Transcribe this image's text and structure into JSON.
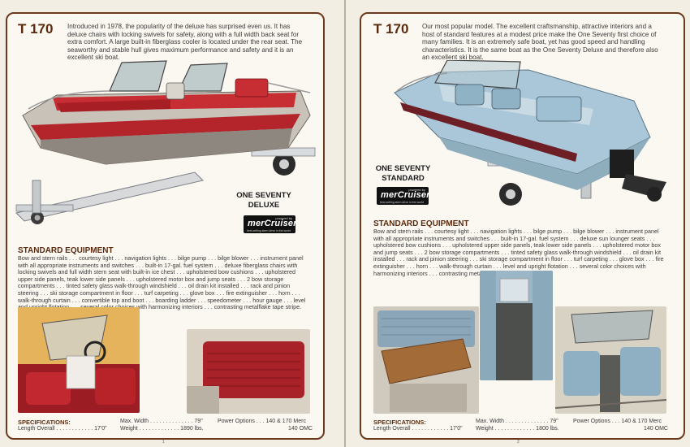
{
  "left": {
    "model": "T 170",
    "intro": "Introduced in 1978, the popularity of the deluxe has surprised even us. It has deluxe chairs with locking swivels for safety, along with a full width back seat for extra comfort. A large built-in fiberglass cooler is located under the rear seat. The seaworthy and stable hull gives maximum performance and safety and it is an excellent ski boat.",
    "boat_name_line1": "ONE SEVENTY",
    "boat_name_line2": "DELUXE",
    "logo_powered": "powered by",
    "logo_mark": "merCruiser",
    "logo_tagline": "best-selling stern drive in the world",
    "equipment_title": "STANDARD EQUIPMENT",
    "equipment_text": "Bow and stern rails . . . courtesy light . . . navigation lights . . . bilge pump . . . bilge blower . . . instrument panel with all appropriate instruments and switches . . . built-in 17-gal. fuel system . . . deluxe fiberglass chairs with locking swivels and full width stern seat with built-in ice chest . . . upholstered bow cushions . . . upholstered upper side panels, teak lower side panels . . . upholstered motor box and jump seats . . . 2 bow storage compartments . . . tinted safety glass walk-through windshield . . . oil drain kit installed . . . rack and pinion steering . . . ski storage compartment in floor . . . turf carpeting . . . glove box . . . fire extinguisher . . . horn . . . walk-through curtain . . . convertible top and boot . . . boarding ladder . . . speedometer . . . hour gauge . . . level and upright flotation . . . several color choices with harmonizing interiors . . . contrasting metalflake tape stripe.",
    "specs_title": "SPECIFICATIONS:",
    "spec_length": "Length Overall . . . . . . . . . . . . 17'0\"",
    "spec_width": "Max. Width . . . . . . . . . . . . . . 79\"",
    "spec_weight": "Weight . . . . . . . . . . . . . 1890 lbs.",
    "spec_power_1": "Power Options . . . 140 & 170 Merc",
    "spec_power_2": "140 OMC",
    "page_number": "1"
  },
  "right": {
    "model": "T 170",
    "intro": "Our most popular model. The excellent craftsmanship, attractive interiors and a host of standard features at a modest price make the One Seventy first choice of many families. It is an extremely safe boat, yet has good speed and handling characteristics. It is the same boat as the One Seventy Deluxe and therefore also an excellent ski boat.",
    "boat_name_line1": "ONE SEVENTY",
    "boat_name_line2": "STANDARD",
    "logo_powered": "powered by",
    "logo_mark": "merCruiser",
    "logo_tagline": "best-selling stern drive in the world",
    "equipment_title": "STANDARD EQUIPMENT",
    "equipment_text": "Bow and stern rails . . . courtesy light . . . navigation lights . . . bilge pump . . . bilge blower . . . instrument panel with all appropriate instruments and switches . . . built-in 17-gal. fuel system . . . deluxe sun lounger seats . . . upholstered bow cushions . . . upholstered upper side panels, teak lower side panels . . . upholstered motor box and jump seats . . . 2 bow storage compartments . . . tinted safety glass walk-through windshield . . . oil drain kit installed . . . rack and pinion steering . . . ski storage compartment in floor . . . turf carpeting . . . glove box . . . fire extinguisher . . . horn . . . walk-through curtain . . . level and upright flotation . . . several color choices with harmonizing interiors . . . contrasting metalflake tape stripe.",
    "specs_title": "SPECIFICATIONS:",
    "spec_length": "Length Overall . . . . . . . . . . . . 17'0\"",
    "spec_width": "Max. Width . . . . . . . . . . . . . . 79\"",
    "spec_weight": "Weight . . . . . . . . . . . . . 1800 lbs.",
    "spec_power_1": "Power Options . . . 140 & 170 Merc",
    "spec_power_2": "140 OMC",
    "page_number": "2"
  },
  "colors": {
    "frame_brown": "#6b3a1c",
    "heading_brown": "#5a2a0e",
    "deluxe_red": "#b3242b",
    "standard_blue": "#a9c7d8"
  }
}
